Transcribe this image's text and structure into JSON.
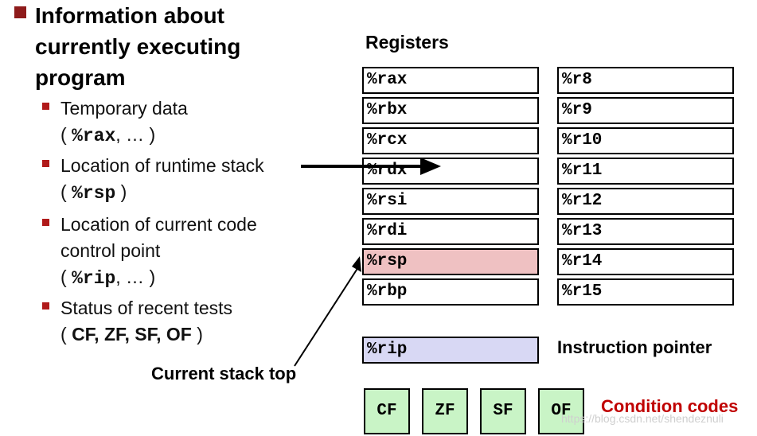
{
  "heading": [
    "Information about",
    "currently executing",
    "program"
  ],
  "items": [
    {
      "lines": [
        "Temporary data"
      ],
      "code_line": {
        "open": "( ",
        "code": "%rax",
        "rest": ", … )"
      }
    },
    {
      "lines": [
        "Location of runtime stack"
      ],
      "code_line": {
        "open": "( ",
        "code": "%rsp",
        "rest": " )"
      }
    },
    {
      "lines": [
        "Location of current code",
        "control point"
      ],
      "code_line": {
        "open": "( ",
        "code": "%rip",
        "rest": ", … )"
      }
    },
    {
      "lines": [
        "Status of recent tests"
      ],
      "code_line": {
        "open": "( ",
        "bold": "CF, ZF, SF, OF",
        "rest": " )"
      }
    }
  ],
  "registers": {
    "title": "Registers",
    "left": [
      "%rax",
      "%rbx",
      "%rcx",
      "%rdx",
      "%rsi",
      "%rdi",
      "%rsp",
      "%rbp"
    ],
    "right": [
      "%r8",
      "%r9",
      "%r10",
      "%r11",
      "%r12",
      "%r13",
      "%r14",
      "%r15"
    ],
    "highlighted": "%rsp",
    "highlight_color": "#efc1c2"
  },
  "rip": {
    "name": "%rip",
    "label": "Instruction pointer",
    "color": "#d8d8f4"
  },
  "stack_top_label": "Current stack top",
  "condition_codes": {
    "label": "Condition codes",
    "flags": [
      "CF",
      "ZF",
      "SF",
      "OF"
    ],
    "color": "#c9f4c6",
    "label_color": "#c00000"
  },
  "watermark": "https://blog.csdn.net/shendeznuli"
}
